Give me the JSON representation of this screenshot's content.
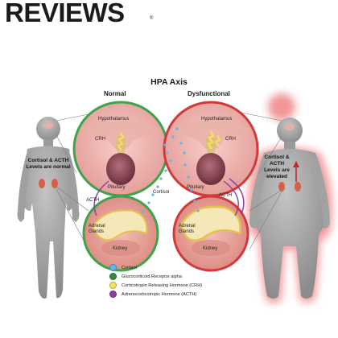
{
  "header": {
    "brand": "REVIEWS",
    "registered": "®"
  },
  "diagram": {
    "title": "HPA Axis",
    "normal_heading": "Normal",
    "dysfunctional_heading": "Dysfunctional",
    "normal_status": "Cortisol & ACTH Levels are normal",
    "elevated_status": "Cortisol & ACTH Levels are elevated",
    "labels": {
      "hypothalamus_left": "Hypothalamus",
      "hypothalamus_right": "Hypothalamus",
      "crh_left": "CRH",
      "crh_right": "CRH",
      "pituitary_left": "Pituitary",
      "pituitary_right": "Pituitary",
      "cortisol": "Cortisol",
      "acth_left": "ACTH",
      "acth_right": "ACTH",
      "adrenal_left": "Adrenal Glands",
      "adrenal_right": "Adrenal Glands",
      "kidney_left": "Kidney",
      "kidney_right": "Kidney"
    }
  },
  "legend": [
    {
      "label": "Cortisol",
      "color": "#5bb8e8"
    },
    {
      "label": "Glucocorticoid Receptor alpha",
      "color": "#3a8a3a"
    },
    {
      "label": "Corticotropin Releasing Hormone (CRH)",
      "color": "#f3e25a"
    },
    {
      "label": "Adrenocorticotropic Hormone (ACTH)",
      "color": "#8e3c9e"
    }
  ],
  "colors": {
    "normal_ring": "#3fa34a",
    "dysfunction_ring": "#d23a3a",
    "body_gray": "#9a9a9a",
    "glow_red": "#f2a0a0",
    "elevated_arrow": "#c0262c"
  }
}
